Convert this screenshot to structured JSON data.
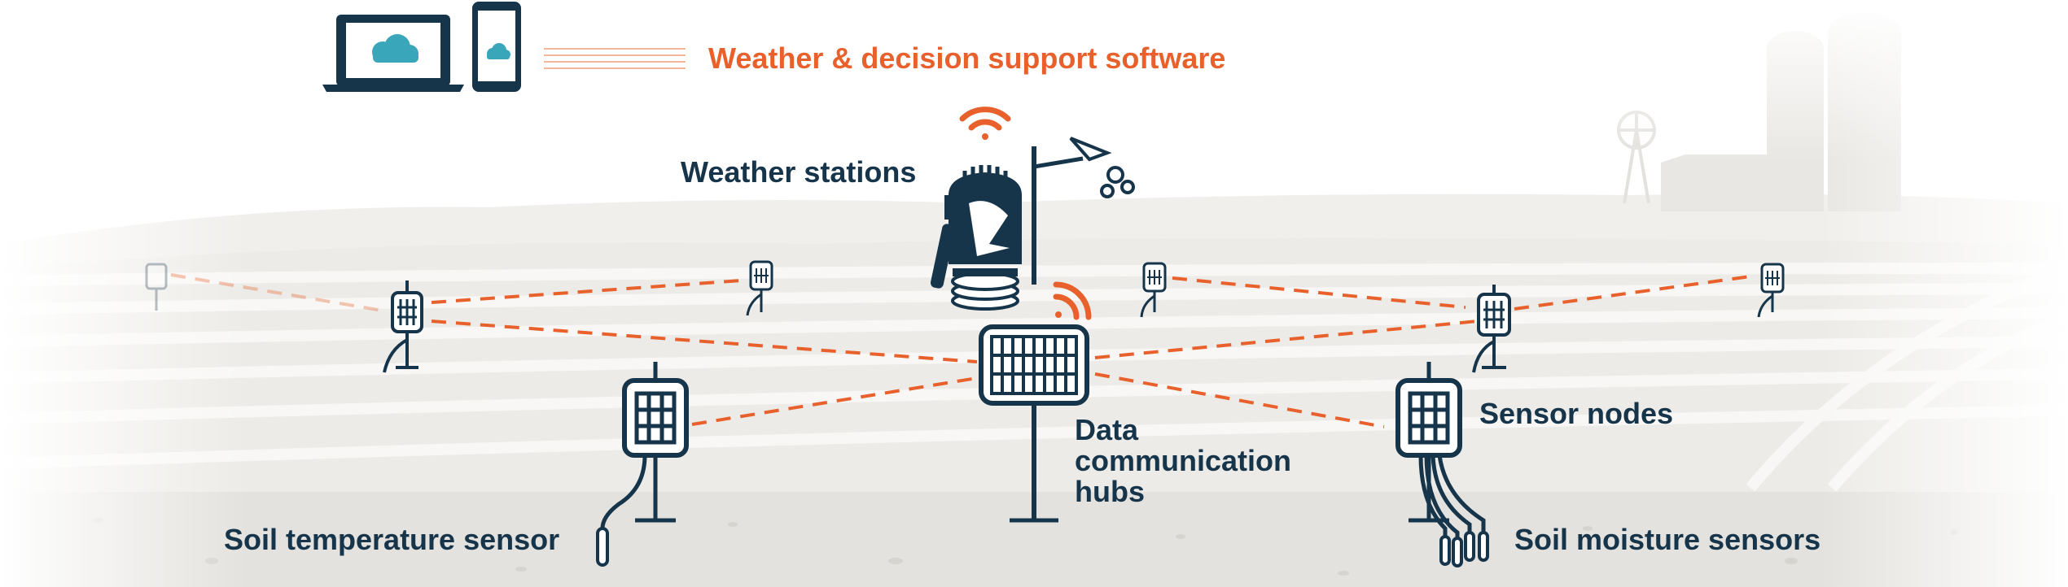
{
  "labels": {
    "software": "Weather & decision support software",
    "weather_stations": "Weather stations",
    "hubs_line1": "Data",
    "hubs_line2": "communication",
    "hubs_line3": "hubs",
    "sensor_nodes": "Sensor nodes",
    "soil_temperature": "Soil temperature sensor",
    "soil_moisture": "Soil moisture sensors"
  },
  "colors": {
    "accent": "#e8612c",
    "dark": "#16344a",
    "cloud": "#3aa6b9",
    "ground": "#e7e5e1",
    "field": "#efedea"
  },
  "icons": [
    "laptop-icon",
    "phone-icon",
    "cloud-icon",
    "wifi-signal-icon",
    "weather-station-icon",
    "hub-icon",
    "sensor-node-icon",
    "farm-silo-icon",
    "windmill-icon"
  ]
}
